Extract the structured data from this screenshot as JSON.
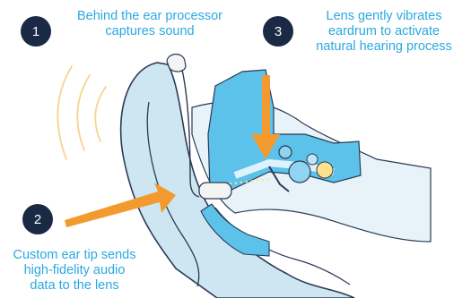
{
  "colors": {
    "label_text": "#2aa9e0",
    "step_circle": "#1b2a44",
    "ear_fill": "#cde6f2",
    "canal_fill": "#5cc2ea",
    "arrow": "#f39a2f",
    "sound_waves": "#f6d58e",
    "outline": "#2b3a55"
  },
  "steps": [
    {
      "number": "1",
      "lines": [
        "Behind the ear processor",
        "captures sound"
      ]
    },
    {
      "number": "2",
      "lines": [
        "Custom ear tip sends",
        "high-fidelity audio",
        "data to the lens"
      ]
    },
    {
      "number": "3",
      "lines": [
        "Lens gently vibrates",
        "eardrum to activate",
        "natural hearing process"
      ]
    }
  ],
  "icons": [
    "ear-illustration",
    "sound-wave-icon",
    "arrow-icon",
    "processor-icon",
    "ear-tip-icon",
    "lens-icon"
  ]
}
